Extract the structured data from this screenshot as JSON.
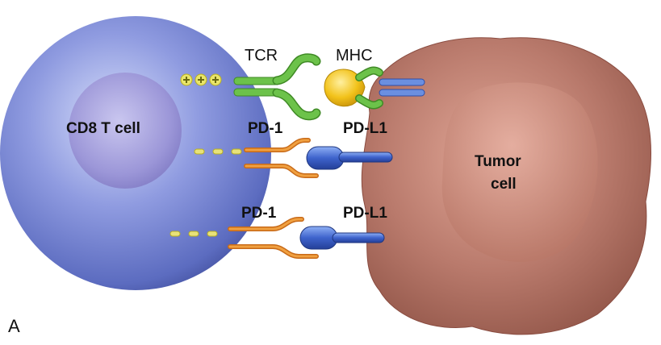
{
  "panel_letter": "A",
  "labels": {
    "t_cell": "CD8 T cell",
    "tumor_line1": "Tumor",
    "tumor_line2": "cell",
    "tcr": "TCR",
    "mhc": "MHC",
    "pd1_top": "PD-1",
    "pdl1_top": "PD-L1",
    "pd1_bottom": "PD-1",
    "pdl1_bottom": "PD-L1"
  },
  "signals": {
    "tcr_signal": "+ + +",
    "pd1_top_signal": "- - -",
    "pd1_bottom_signal": "- - -"
  },
  "colors": {
    "t_cell": "#7f8fd6",
    "tumor_cell": "#b9786a",
    "tcr": "#5fb53a",
    "mhc": "#f2c21a",
    "pd1": "#e08a2a",
    "pdl1": "#3a5fc7"
  }
}
